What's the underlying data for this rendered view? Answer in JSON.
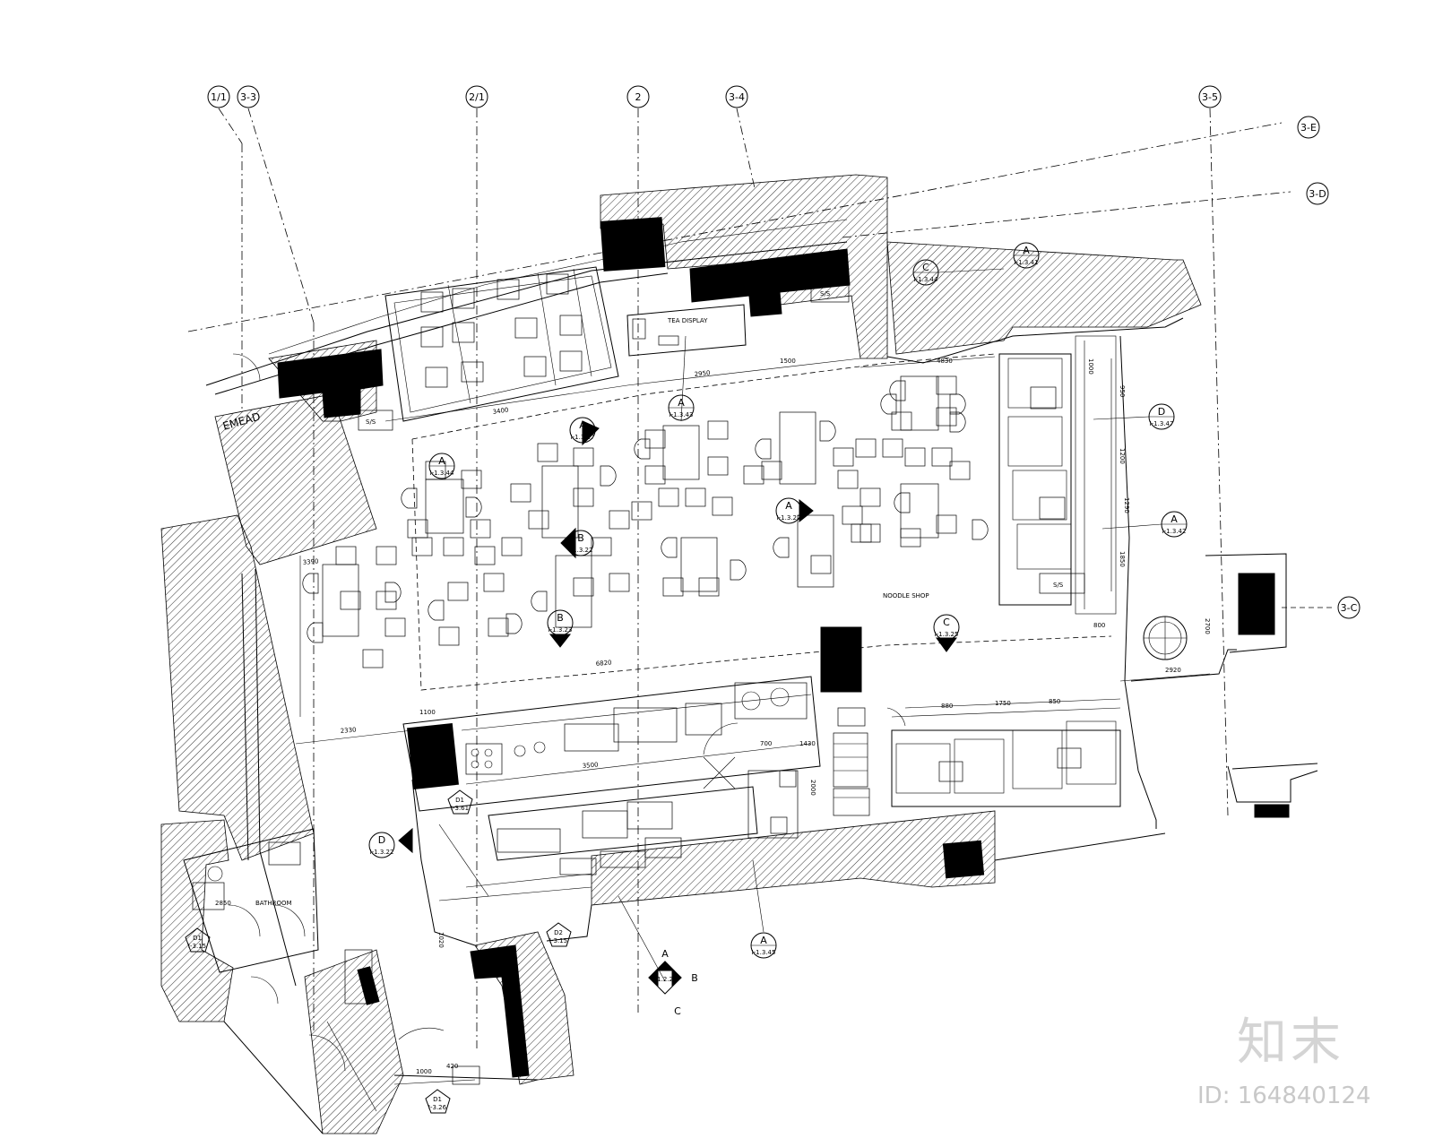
{
  "grid_labels": [
    "1/1",
    "3-3",
    "2/1",
    "2",
    "3-4",
    "3-5",
    "3-E",
    "3-D",
    "3-C"
  ],
  "room_labels": {
    "tea_display": "TEA DISPLAY",
    "ss": "S/S",
    "takeaway": "NOODLE SHOP",
    "bathroom": "BATHROOM",
    "code_left": "EMEAD"
  },
  "section_markers": [
    {
      "letter": "A",
      "code": "I-1.3.44"
    },
    {
      "letter": "A",
      "code": "I-1.3.41"
    },
    {
      "letter": "C",
      "code": "I-1.3.44"
    },
    {
      "letter": "A",
      "code": "I-1.3.43"
    },
    {
      "letter": "A",
      "code": "I-1.3.27"
    },
    {
      "letter": "D",
      "code": "I-1.3.47"
    },
    {
      "letter": "A",
      "code": "I-1.3.42"
    },
    {
      "letter": "A",
      "code": "I-1.3.45"
    },
    {
      "letter": "B",
      "code": "I-1.3.22"
    },
    {
      "letter": "B",
      "code": "I-1.3.23"
    },
    {
      "letter": "C",
      "code": "I-1.3.25"
    },
    {
      "letter": "D",
      "code": "I-1.3.22"
    },
    {
      "letter": "A",
      "code": "I-1.3.22"
    },
    {
      "letter": "D1",
      "code": "I-3.61"
    },
    {
      "letter": "D1",
      "code": "I-3.15"
    },
    {
      "letter": "D2",
      "code": "I-3.15"
    },
    {
      "letter": "D1",
      "code": "I-3.26"
    }
  ],
  "compass_letters": [
    "A",
    "B",
    "C"
  ],
  "dimensions": [
    "3400",
    "2950",
    "1500",
    "4830",
    "1000",
    "6820",
    "2330",
    "1100",
    "1430",
    "700",
    "3500",
    "2000",
    "1200",
    "2850",
    "1750",
    "880",
    "850",
    "2920",
    "1000",
    "420",
    "1020",
    "3390",
    "2700",
    "1850",
    "950",
    "800",
    "1290"
  ],
  "watermark": {
    "brand": "知末",
    "id": "ID: 164840124"
  }
}
